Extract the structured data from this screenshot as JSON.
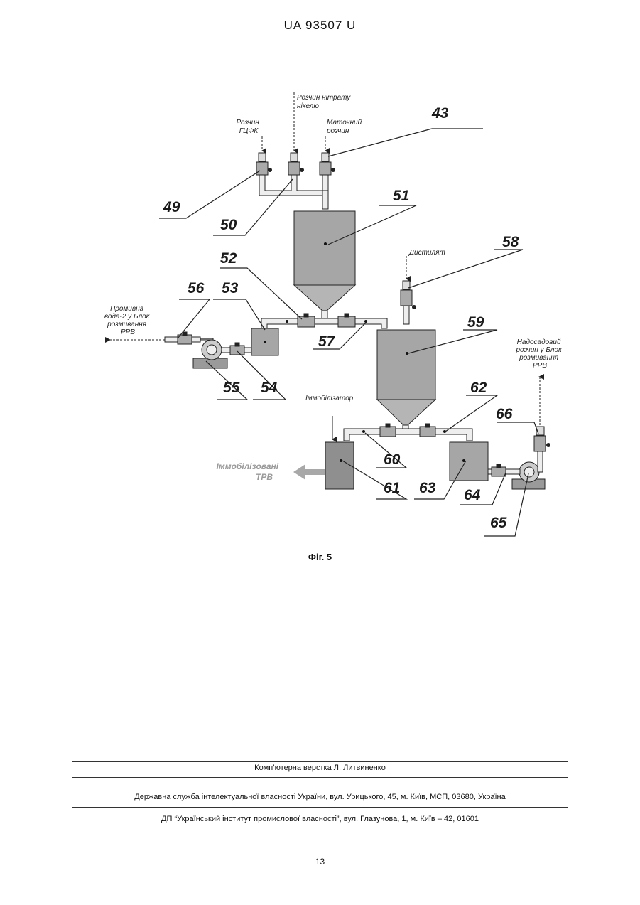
{
  "header": {
    "doc_id": "UA   93507   U"
  },
  "figure": {
    "caption": "Фіг. 5",
    "labels": {
      "feed_gcfk": [
        "Розчин",
        "ГЦФК"
      ],
      "feed_nickel": [
        "Розчин нітрату",
        "нікелю"
      ],
      "feed_mother": [
        "Маточний",
        "розчин"
      ],
      "distillate": "Дистилят",
      "rinse_water": [
        "Промивна",
        "вода-2 у Блок",
        "розмивання",
        "РРВ"
      ],
      "supernatant": [
        "Надосадовий",
        "розчин у Блок",
        "розмивання",
        "РРВ"
      ],
      "immobilizer": "Іммобілізатор",
      "product": [
        "Іммобілізовані",
        "ТРВ"
      ]
    },
    "callouts": {
      "c43": "43",
      "c49": "49",
      "c50": "50",
      "c51": "51",
      "c52": "52",
      "c53": "53",
      "c54": "54",
      "c55": "55",
      "c56": "56",
      "c57": "57",
      "c58": "58",
      "c59": "59",
      "c60": "60",
      "c61": "61",
      "c62": "62",
      "c63": "63",
      "c64": "64",
      "c65": "65",
      "c66": "66"
    }
  },
  "footer": {
    "layout_credit": "Комп’ютерна верстка Л. Литвиненко",
    "agency": "Державна служба інтелектуальної власності України, вул. Урицького, 45, м. Київ, МСП, 03680, Україна",
    "institute": "ДП “Український інститут промислової власності”, вул. Глазунова, 1, м. Київ – 42, 01601"
  },
  "page_number": "13"
}
